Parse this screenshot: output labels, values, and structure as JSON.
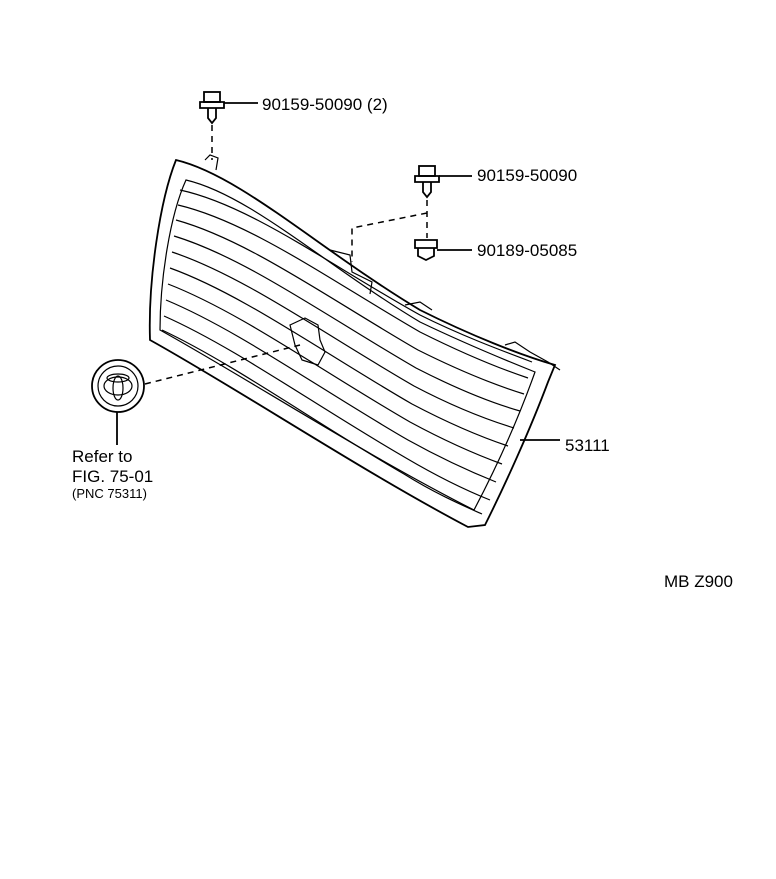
{
  "parts": {
    "screw_top": "90159-50090 (2)",
    "screw_right": "90159-50090",
    "clip_right": "90189-05085",
    "grille": "53111"
  },
  "reference": {
    "line1": "Refer  to",
    "line2": "FIG. 75-01",
    "line3": "(PNC  75311)"
  },
  "diagram_code": "MB  Z900"
}
